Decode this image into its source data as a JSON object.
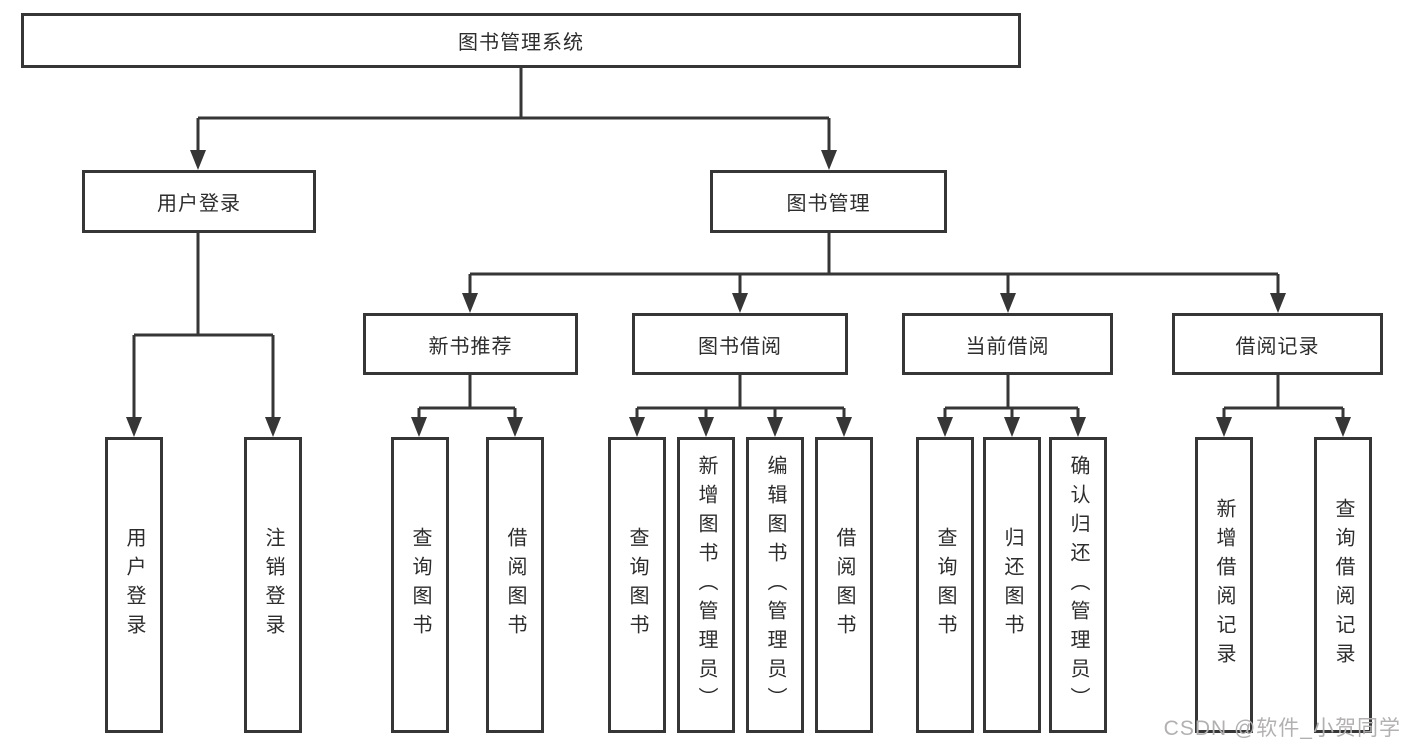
{
  "tree": {
    "root": "图书管理系统",
    "user_login": {
      "label": "用户登录",
      "leaves": [
        "用户登录",
        "注销登录"
      ]
    },
    "book_management": {
      "label": "图书管理",
      "groups": [
        {
          "label": "新书推荐",
          "leaves": [
            "查询图书",
            "借阅图书"
          ]
        },
        {
          "label": "图书借阅",
          "leaves": [
            "查询图书",
            "新增图书（管理员）",
            "编辑图书（管理员）",
            "借阅图书"
          ]
        },
        {
          "label": "当前借阅",
          "leaves": [
            "查询图书",
            "归还图书",
            "确认归还（管理员）"
          ]
        },
        {
          "label": "借阅记录",
          "leaves": [
            "新增借阅记录",
            "查询借阅记录"
          ]
        }
      ]
    }
  },
  "watermark": "CSDN @软件_小贺同学",
  "colors": {
    "line": "#363636",
    "text": "#2d2d2d",
    "watermark": "#b2b0b0",
    "background": "#ffffff"
  }
}
